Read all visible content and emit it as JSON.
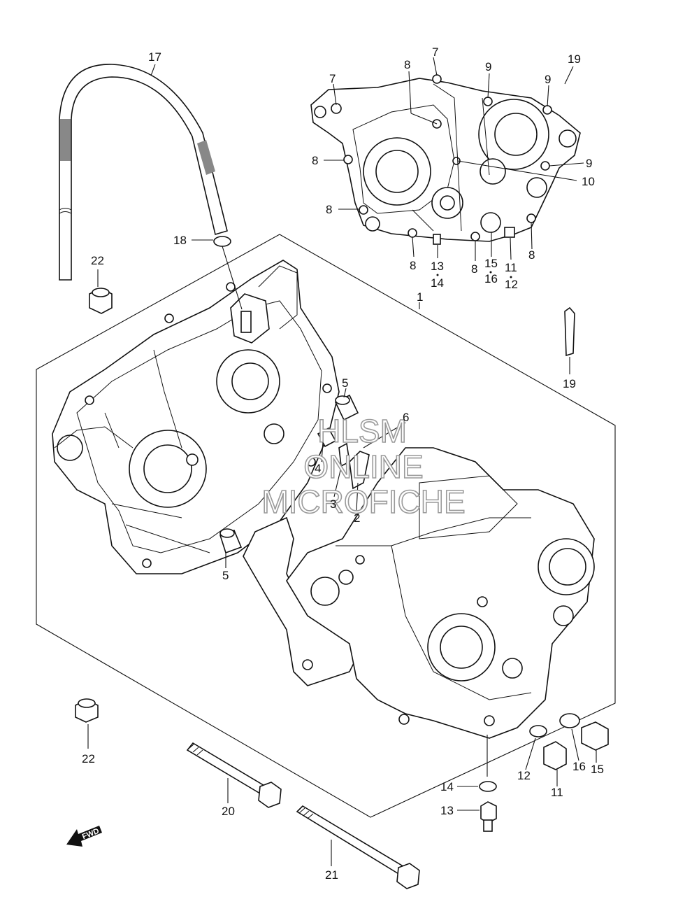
{
  "watermark": {
    "line1": "HLSM",
    "line2": "ONLINE",
    "line3": "MICROFICHE"
  },
  "fwd_arrow": {
    "label": "FWD"
  },
  "callouts": {
    "c1": "1",
    "c2": "2",
    "c3": "3",
    "c4": "4",
    "c5a": "5",
    "c5b": "5",
    "c6": "6",
    "c7a": "7",
    "c7b": "7",
    "c8a": "8",
    "c8b": "8",
    "c8c": "8",
    "c8d": "8",
    "c8e": "8",
    "c8f": "8",
    "c9a": "9",
    "c9b": "9",
    "c9c": "9",
    "c10": "10",
    "c11a": "11",
    "c11b": "11",
    "c12a": "12",
    "c12b": "12",
    "c13a": "13",
    "c13b": "13",
    "c14a": "14",
    "c14b": "14",
    "c15a": "15",
    "c15b": "15",
    "c16a": "16",
    "c16b": "16",
    "c17": "17",
    "c18": "18",
    "c19a": "19",
    "c19b": "19",
    "c20": "20",
    "c21": "21",
    "c22a": "22",
    "c22b": "22"
  }
}
